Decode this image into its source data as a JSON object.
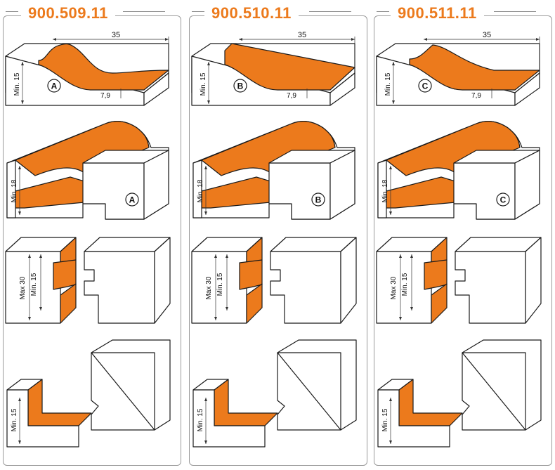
{
  "products": [
    {
      "code": "900.509.11",
      "profile_letter": "A",
      "dim_width": "35",
      "dim_offset": "7,9",
      "dim_min15": "Min. 15",
      "dim_min18": "Min. 18",
      "dim_max30": "Max 30",
      "dim_min15b": "Min. 15",
      "dim_min15c": "Min. 15"
    },
    {
      "code": "900.510.11",
      "profile_letter": "B",
      "dim_width": "35",
      "dim_offset": "7,9",
      "dim_min15": "Min. 15",
      "dim_min18": "Min. 18",
      "dim_max30": "Max 30",
      "dim_min15b": "Min. 15",
      "dim_min15c": "Min. 15"
    },
    {
      "code": "900.511.11",
      "profile_letter": "C",
      "dim_width": "35",
      "dim_offset": "7,9",
      "dim_min15": "Min. 15",
      "dim_min18": "Min. 18",
      "dim_max30": "Max 30",
      "dim_min15b": "Min. 15",
      "dim_min15c": "Min. 15"
    }
  ],
  "colors": {
    "accent": "#ec7a1c",
    "outline": "#1a1a1a",
    "frame": "#9a9a9a"
  }
}
